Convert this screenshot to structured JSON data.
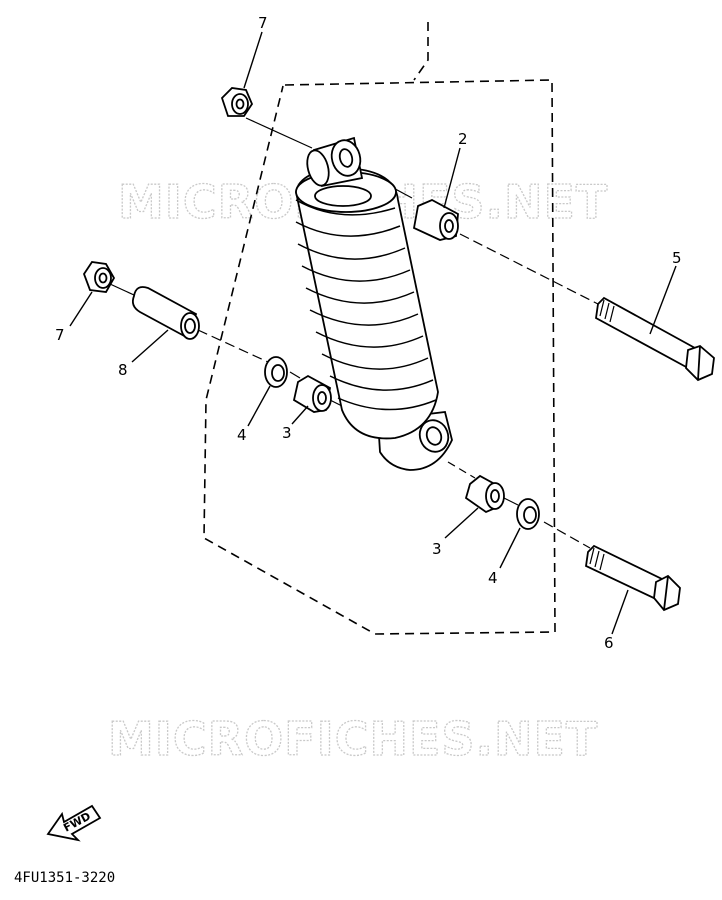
{
  "watermark": "MICROFICHES.NET",
  "diagram_code": "4FU1351-3220",
  "fwd_label": "FWD",
  "callouts": {
    "nut_top": "7",
    "bushing_top": "2",
    "bolt_upper": "5",
    "nut_left": "7",
    "collar": "8",
    "washer_left": "4",
    "bushing_left": "3",
    "bushing_right": "3",
    "washer_right": "4",
    "bolt_lower": "6"
  }
}
